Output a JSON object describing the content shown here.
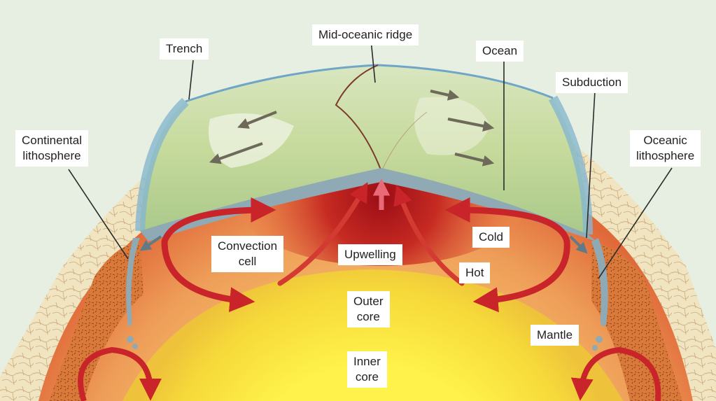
{
  "labels": {
    "trench": "Trench",
    "mid_oceanic_ridge": "Mid-oceanic ridge",
    "ocean": "Ocean",
    "subduction": "Subduction",
    "continental_lithosphere": [
      "Continental",
      "lithosphere"
    ],
    "oceanic_lithosphere": [
      "Oceanic",
      "lithosphere"
    ],
    "convection_cell": [
      "Convection",
      "cell"
    ],
    "upwelling": "Upwelling",
    "cold": "Cold",
    "hot": "Hot",
    "outer_core": [
      "Outer",
      "core"
    ],
    "mantle": "Mantle",
    "inner_core": [
      "Inner",
      "core"
    ]
  },
  "colors": {
    "background": "#e6efe2",
    "crust": "#efe2bd",
    "ocean_surface": "#c3d89a",
    "ocean_edge": "#7fb1c8",
    "lithosphere_slab": "#8fa9b5",
    "mantle": "#eea25e",
    "upwelling_hot": "#b8161c",
    "convection_arrow": "#c8242a",
    "outer_core": "#f2d33a",
    "inner_core": "#fff23a",
    "continental": "#d97a3a"
  },
  "icons": [
    "convection-arrow",
    "plate-motion-arrow",
    "upwelling-arrow",
    "subduction-arrow"
  ]
}
